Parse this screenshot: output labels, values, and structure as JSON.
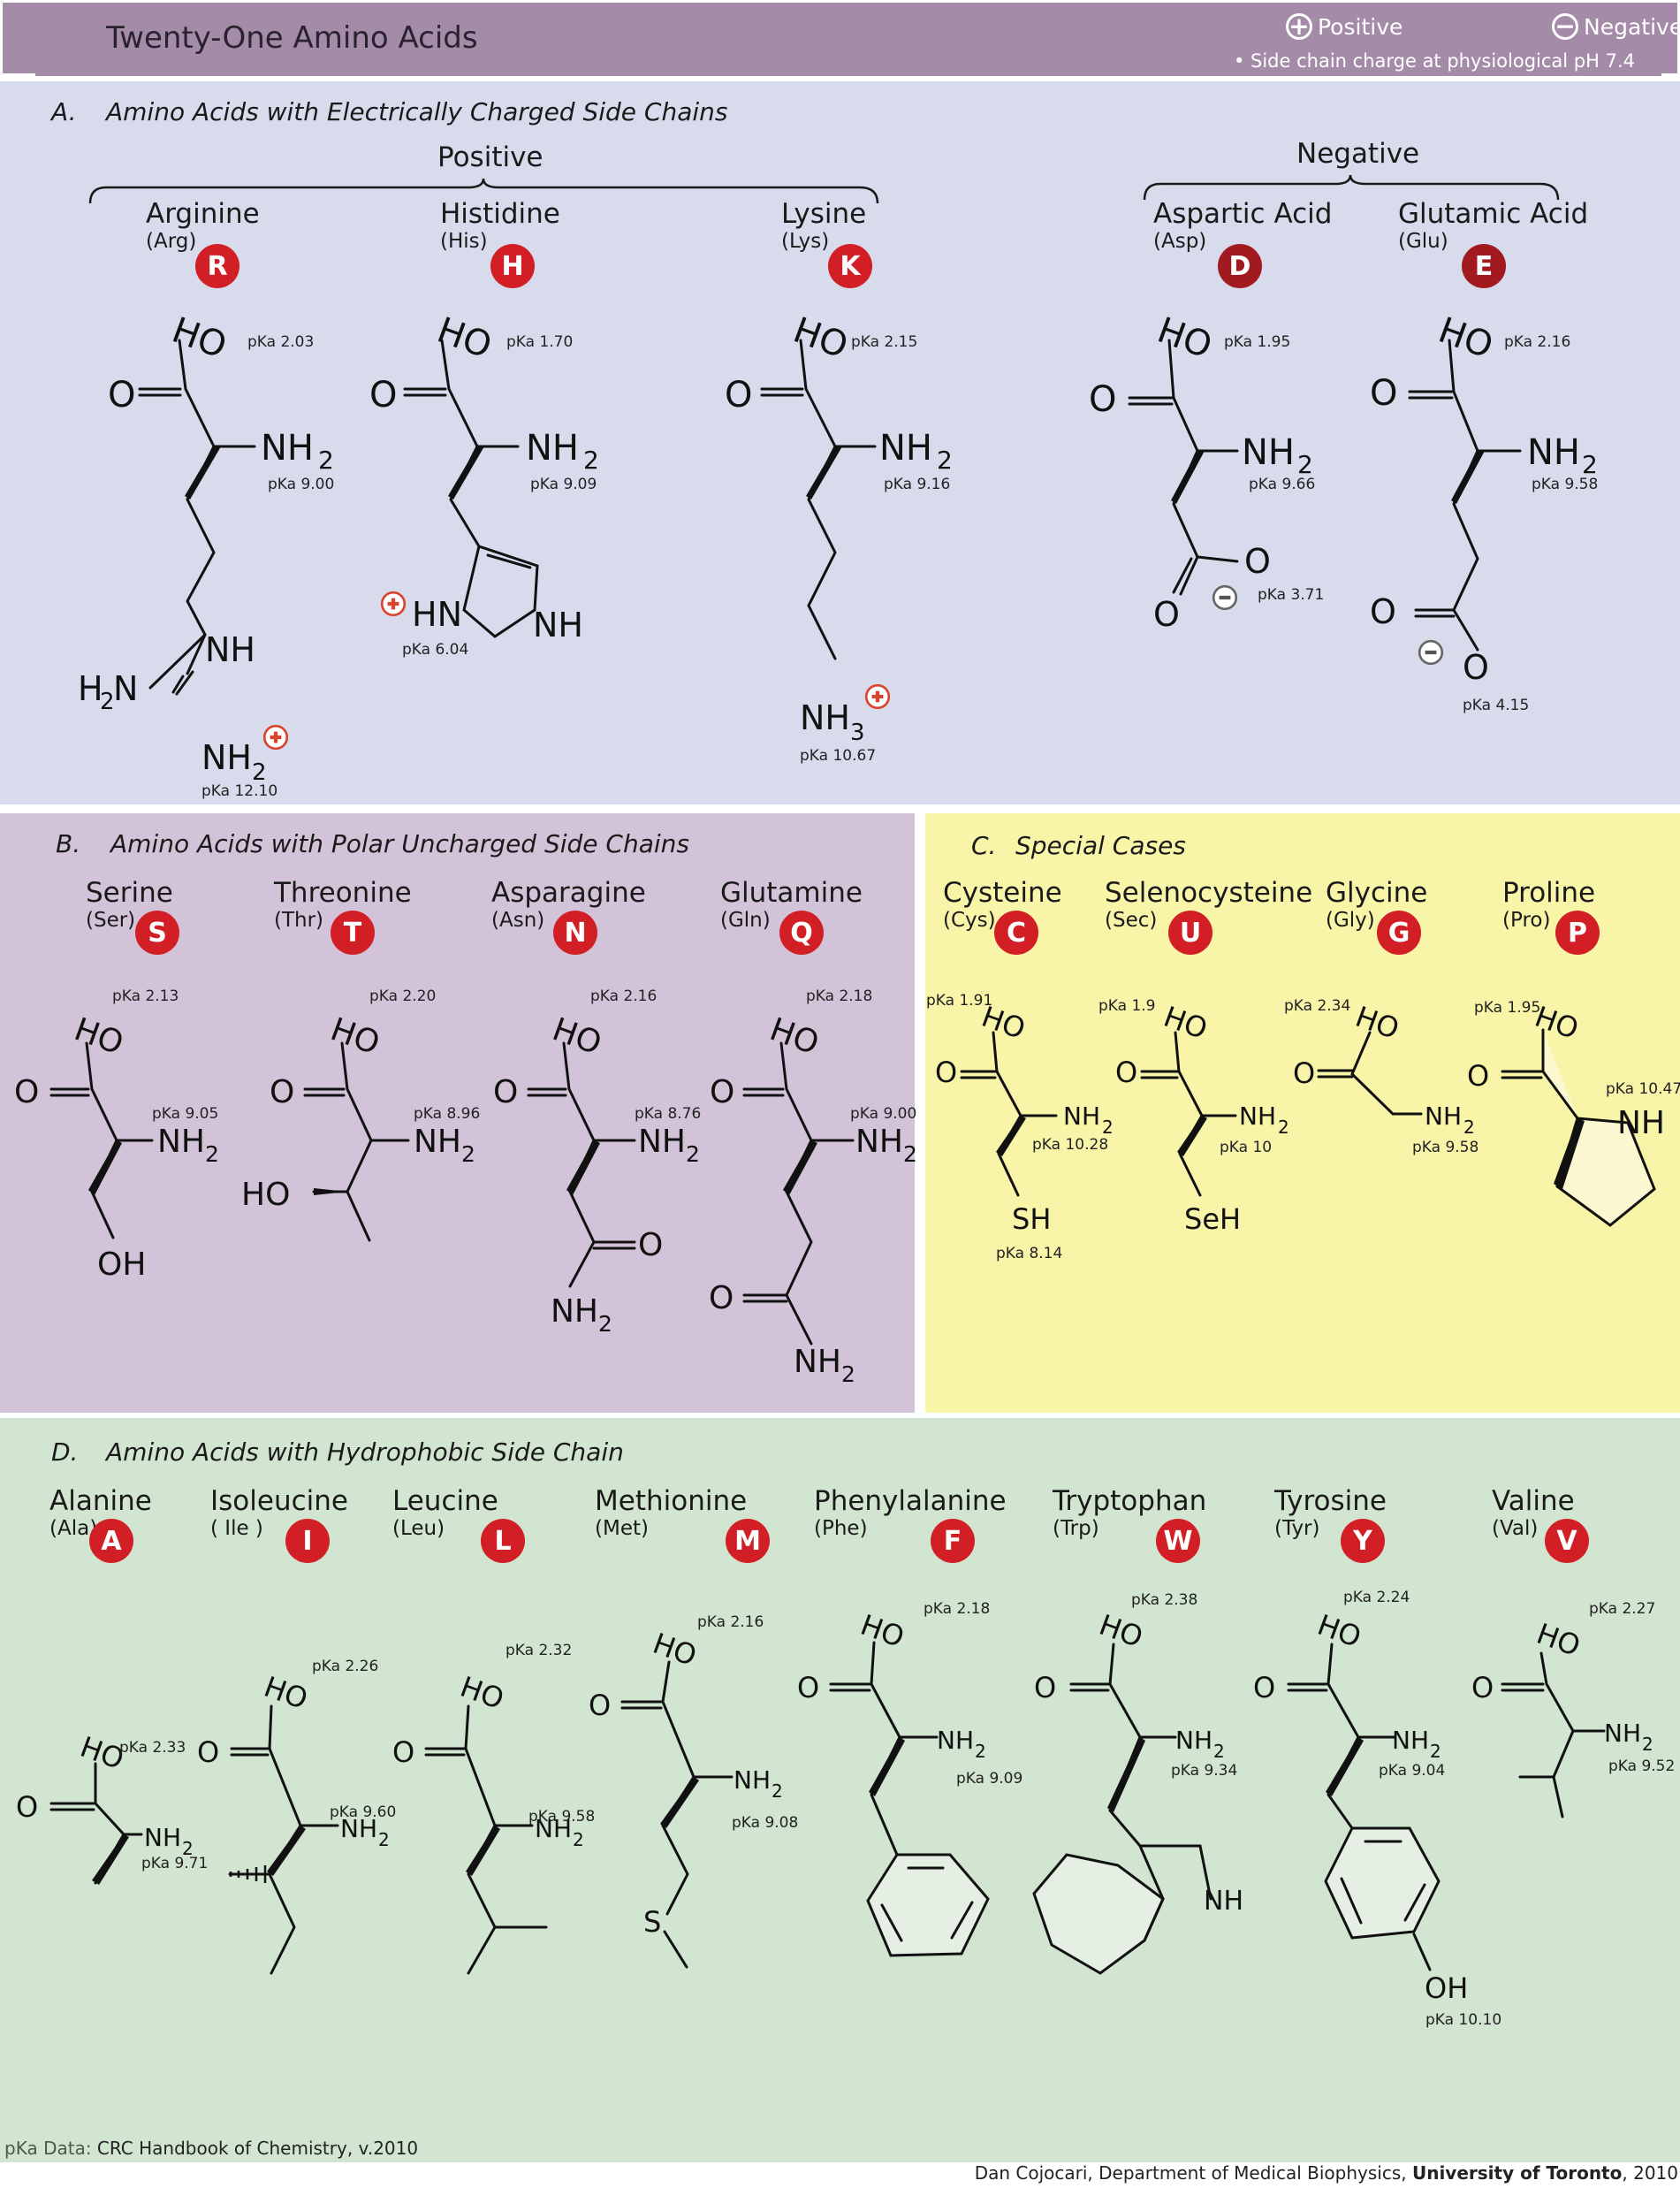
{
  "header": {
    "title": "Twenty-One Amino Acids",
    "legend_positive": "Positive",
    "legend_negative": "Negative",
    "legend_note": "• Side chain charge at physiological pH 7.4"
  },
  "sections": {
    "a": {
      "letter": "A.",
      "title": "Amino Acids with Electrically Charged Side Chains",
      "positive_label": "Positive",
      "negative_label": "Negative"
    },
    "b": {
      "letter": "B.",
      "title": "Amino Acids with Polar Uncharged Side Chains"
    },
    "c": {
      "letter": "C.",
      "title": "Special Cases"
    },
    "d": {
      "letter": "D.",
      "title": "Amino Acids with Hydrophobic Side Chain"
    }
  },
  "amino_acids": {
    "arg": {
      "name": "Arginine",
      "abbr": "(Arg)",
      "code": "R",
      "pka_cooh": "pKa 2.03",
      "pka_nh2": "pKa 9.00",
      "pka_side": "pKa 12.10"
    },
    "his": {
      "name": "Histidine",
      "abbr": "(His)",
      "code": "H",
      "pka_cooh": "pKa 1.70",
      "pka_nh2": "pKa 9.09",
      "pka_side": "pKa 6.04"
    },
    "lys": {
      "name": "Lysine",
      "abbr": "(Lys)",
      "code": "K",
      "pka_cooh": "pKa 2.15",
      "pka_nh2": "pKa 9.16",
      "pka_side": "pKa 10.67"
    },
    "asp": {
      "name": "Aspartic Acid",
      "abbr": "(Asp)",
      "code": "D",
      "pka_cooh": "pKa 1.95",
      "pka_nh2": "pKa 9.66",
      "pka_side": "pKa 3.71"
    },
    "glu": {
      "name": "Glutamic Acid",
      "abbr": "(Glu)",
      "code": "E",
      "pka_cooh": "pKa 2.16",
      "pka_nh2": "pKa 9.58",
      "pka_side": "pKa 4.15"
    },
    "ser": {
      "name": "Serine",
      "abbr": "(Ser)",
      "code": "S",
      "pka_cooh": "pKa 2.13",
      "pka_nh2": "pKa 9.05"
    },
    "thr": {
      "name": "Threonine",
      "abbr": "(Thr)",
      "code": "T",
      "pka_cooh": "pKa 2.20",
      "pka_nh2": "pKa 8.96"
    },
    "asn": {
      "name": "Asparagine",
      "abbr": "(Asn)",
      "code": "N",
      "pka_cooh": "pKa 2.16",
      "pka_nh2": "pKa 8.76"
    },
    "gln": {
      "name": "Glutamine",
      "abbr": "(Gln)",
      "code": "Q",
      "pka_cooh": "pKa 2.18",
      "pka_nh2": "pKa 9.00"
    },
    "cys": {
      "name": "Cysteine",
      "abbr": "(Cys)",
      "code": "C",
      "pka_cooh": "pKa 1.91",
      "pka_nh2": "pKa 10.28",
      "pka_side": "pKa 8.14"
    },
    "sec": {
      "name": "Selenocysteine",
      "abbr": "(Sec)",
      "code": "U",
      "pka_cooh": "pKa 1.9",
      "pka_nh2": "pKa 10"
    },
    "gly": {
      "name": "Glycine",
      "abbr": "(Gly)",
      "code": "G",
      "pka_cooh": "pKa 2.34",
      "pka_nh2": "pKa 9.58"
    },
    "pro": {
      "name": "Proline",
      "abbr": "(Pro)",
      "code": "P",
      "pka_cooh": "pKa 1.95",
      "pka_nh2": "pKa 10.47"
    },
    "ala": {
      "name": "Alanine",
      "abbr": "(Ala)",
      "code": "A",
      "pka_cooh": "pKa 2.33",
      "pka_nh2": "pKa 9.71"
    },
    "ile": {
      "name": "Isoleucine",
      "abbr": "( Ile )",
      "code": "I",
      "pka_cooh": "pKa 2.26",
      "pka_nh2": "pKa 9.60"
    },
    "leu": {
      "name": "Leucine",
      "abbr": "(Leu)",
      "code": "L",
      "pka_cooh": "pKa 2.32",
      "pka_nh2": "pKa 9.58"
    },
    "met": {
      "name": "Methionine",
      "abbr": "(Met)",
      "code": "M",
      "pka_cooh": "pKa 2.16",
      "pka_nh2": "pKa 9.08"
    },
    "phe": {
      "name": "Phenylalanine",
      "abbr": "(Phe)",
      "code": "F",
      "pka_cooh": "pKa 2.18",
      "pka_nh2": "pKa 9.09"
    },
    "trp": {
      "name": "Tryptophan",
      "abbr": "(Trp)",
      "code": "W",
      "pka_cooh": "pKa 2.38",
      "pka_nh2": "pKa 9.34"
    },
    "tyr": {
      "name": "Tyrosine",
      "abbr": "(Tyr)",
      "code": "Y",
      "pka_cooh": "pKa 2.24",
      "pka_nh2": "pKa 9.04",
      "pka_side": "pKa 10.10"
    },
    "val": {
      "name": "Valine",
      "abbr": "(Val)",
      "code": "V",
      "pka_cooh": "pKa 2.27",
      "pka_nh2": "pKa 9.52"
    }
  },
  "atoms": {
    "ho": "HO",
    "o": "O",
    "nh2": "NH",
    "sub2": "2",
    "sub3": "3",
    "nh": "NH",
    "hn": "HN",
    "h2n": "H",
    "n": "N",
    "oh": "OH",
    "sh": "SH",
    "seh": "SeH",
    "s": "S",
    "nh3": "NH"
  },
  "footer": {
    "source_label": "pKa Data:",
    "source_text": " CRC Handbook of Chemistry, v.2010",
    "credit_text": "Dan Cojocari, Department of Medical Biophysics, ",
    "credit_bold": "University of Toronto",
    "credit_year": ", 2010"
  },
  "colors": {
    "badge": "#d21f26",
    "panel_a": "#d7dbec",
    "panel_b": "#d3c3d8",
    "panel_c": "#f8f4a8",
    "panel_d": "#d1e5d1",
    "header": "#a48ba8"
  }
}
